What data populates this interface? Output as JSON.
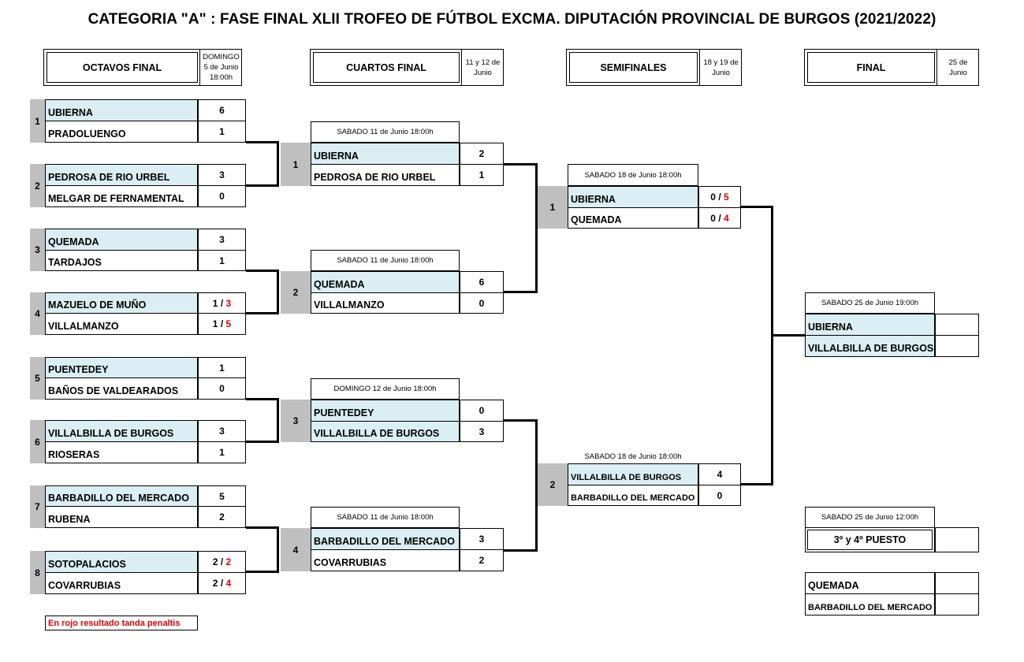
{
  "title": "CATEGORIA \"A\" : FASE FINAL XLII TROFEO DE FÚTBOL EXCMA. DIPUTACIÓN PROVINCIAL DE BURGOS (2021/2022)",
  "headers": [
    {
      "label": "OCTAVOS FINAL",
      "date": "DOMINGO\n5 de Junio\n18:00h"
    },
    {
      "label": "CUARTOS FINAL",
      "date": "11 y 12 de\nJunio"
    },
    {
      "label": "SEMIFINALES",
      "date": "18 y 19 de\nJunio"
    },
    {
      "label": "FINAL",
      "date": "25 de\nJunio"
    }
  ],
  "octavos": [
    {
      "num": "1",
      "team1": "UBIERNA",
      "score1": "6",
      "team2": "PRADOLUENGO",
      "score2": "1"
    },
    {
      "num": "2",
      "team1": "PEDROSA DE RIO URBEL",
      "score1": "3",
      "team2": "MELGAR DE FERNAMENTAL",
      "score2": "0"
    },
    {
      "num": "3",
      "team1": "QUEMADA",
      "score1": "3",
      "team2": "TARDAJOS",
      "score2": "1"
    },
    {
      "num": "4",
      "team1": "MAZUELO DE MUÑO",
      "score1": "1",
      "pen1": "3",
      "team2": "VILLALMANZO",
      "score2": "1",
      "pen2": "5"
    },
    {
      "num": "5",
      "team1": "PUENTEDEY",
      "score1": "1",
      "team2": "BAÑOS DE VALDEARADOS",
      "score2": "0"
    },
    {
      "num": "6",
      "team1": "VILLALBILLA DE BURGOS",
      "score1": "3",
      "team2": "RIOSERAS",
      "score2": "1"
    },
    {
      "num": "7",
      "team1": "BARBADILLO DEL MERCADO",
      "score1": "5",
      "team2": "RUBENA",
      "score2": "2"
    },
    {
      "num": "8",
      "team1": "SOTOPALACIOS",
      "score1": "2",
      "pen1": "2",
      "team2": "COVARRUBIAS",
      "score2": "2",
      "pen2": "4"
    }
  ],
  "cuartos": [
    {
      "num": "1",
      "date": "SABADO 11 de Junio 18:00h",
      "team1": "UBIERNA",
      "score1": "2",
      "team2": "PEDROSA  DE RIO URBEL",
      "score2": "1"
    },
    {
      "num": "2",
      "date": "SABADO 11 de Junio 18:00h",
      "team1": "QUEMADA",
      "score1": "6",
      "team2": "VILLALMANZO",
      "score2": "0"
    },
    {
      "num": "3",
      "date": "DOMINGO 12 de Junio 18:00h",
      "team1": "PUENTEDEY",
      "score1": "0",
      "team2": "VILLALBILLA DE BURGOS",
      "score2": "3"
    },
    {
      "num": "4",
      "date": "SABADO 11 de Junio 18:00h",
      "team1": "BARBADILLO DEL MERCADO",
      "score1": "3",
      "team2": "COVARRUBIAS",
      "score2": "2"
    }
  ],
  "semis": [
    {
      "num": "1",
      "date": "SABADO 18 de Junio 18:00h",
      "team1": "UBIERNA",
      "score1": "0",
      "pen1": "5",
      "team2": "QUEMADA",
      "score2": "0",
      "pen2": "4"
    },
    {
      "num": "2",
      "date": "SABADO 18 de Junio 18:00h",
      "team1": "VILLALBILLA DE BURGOS",
      "score1": "4",
      "team2": "BARBADILLO DEL MERCADO",
      "score2": "0"
    }
  ],
  "final": {
    "date": "SABADO 25 de Junio 19:00h",
    "team1": "UBIERNA",
    "team2": "VILLALBILLA DE BURGOS"
  },
  "third": {
    "date": "SABADO 25 de Junio 12:00h",
    "label": "3º y 4º PUESTO",
    "team1": "QUEMADA",
    "team2": "BARBADILLO DEL MERCADO"
  },
  "note": "En rojo resultado tanda penaltis",
  "colors": {
    "winner_bg": "#daeef3",
    "number_bg": "#bfbfbf",
    "penalty": "#e00000"
  }
}
